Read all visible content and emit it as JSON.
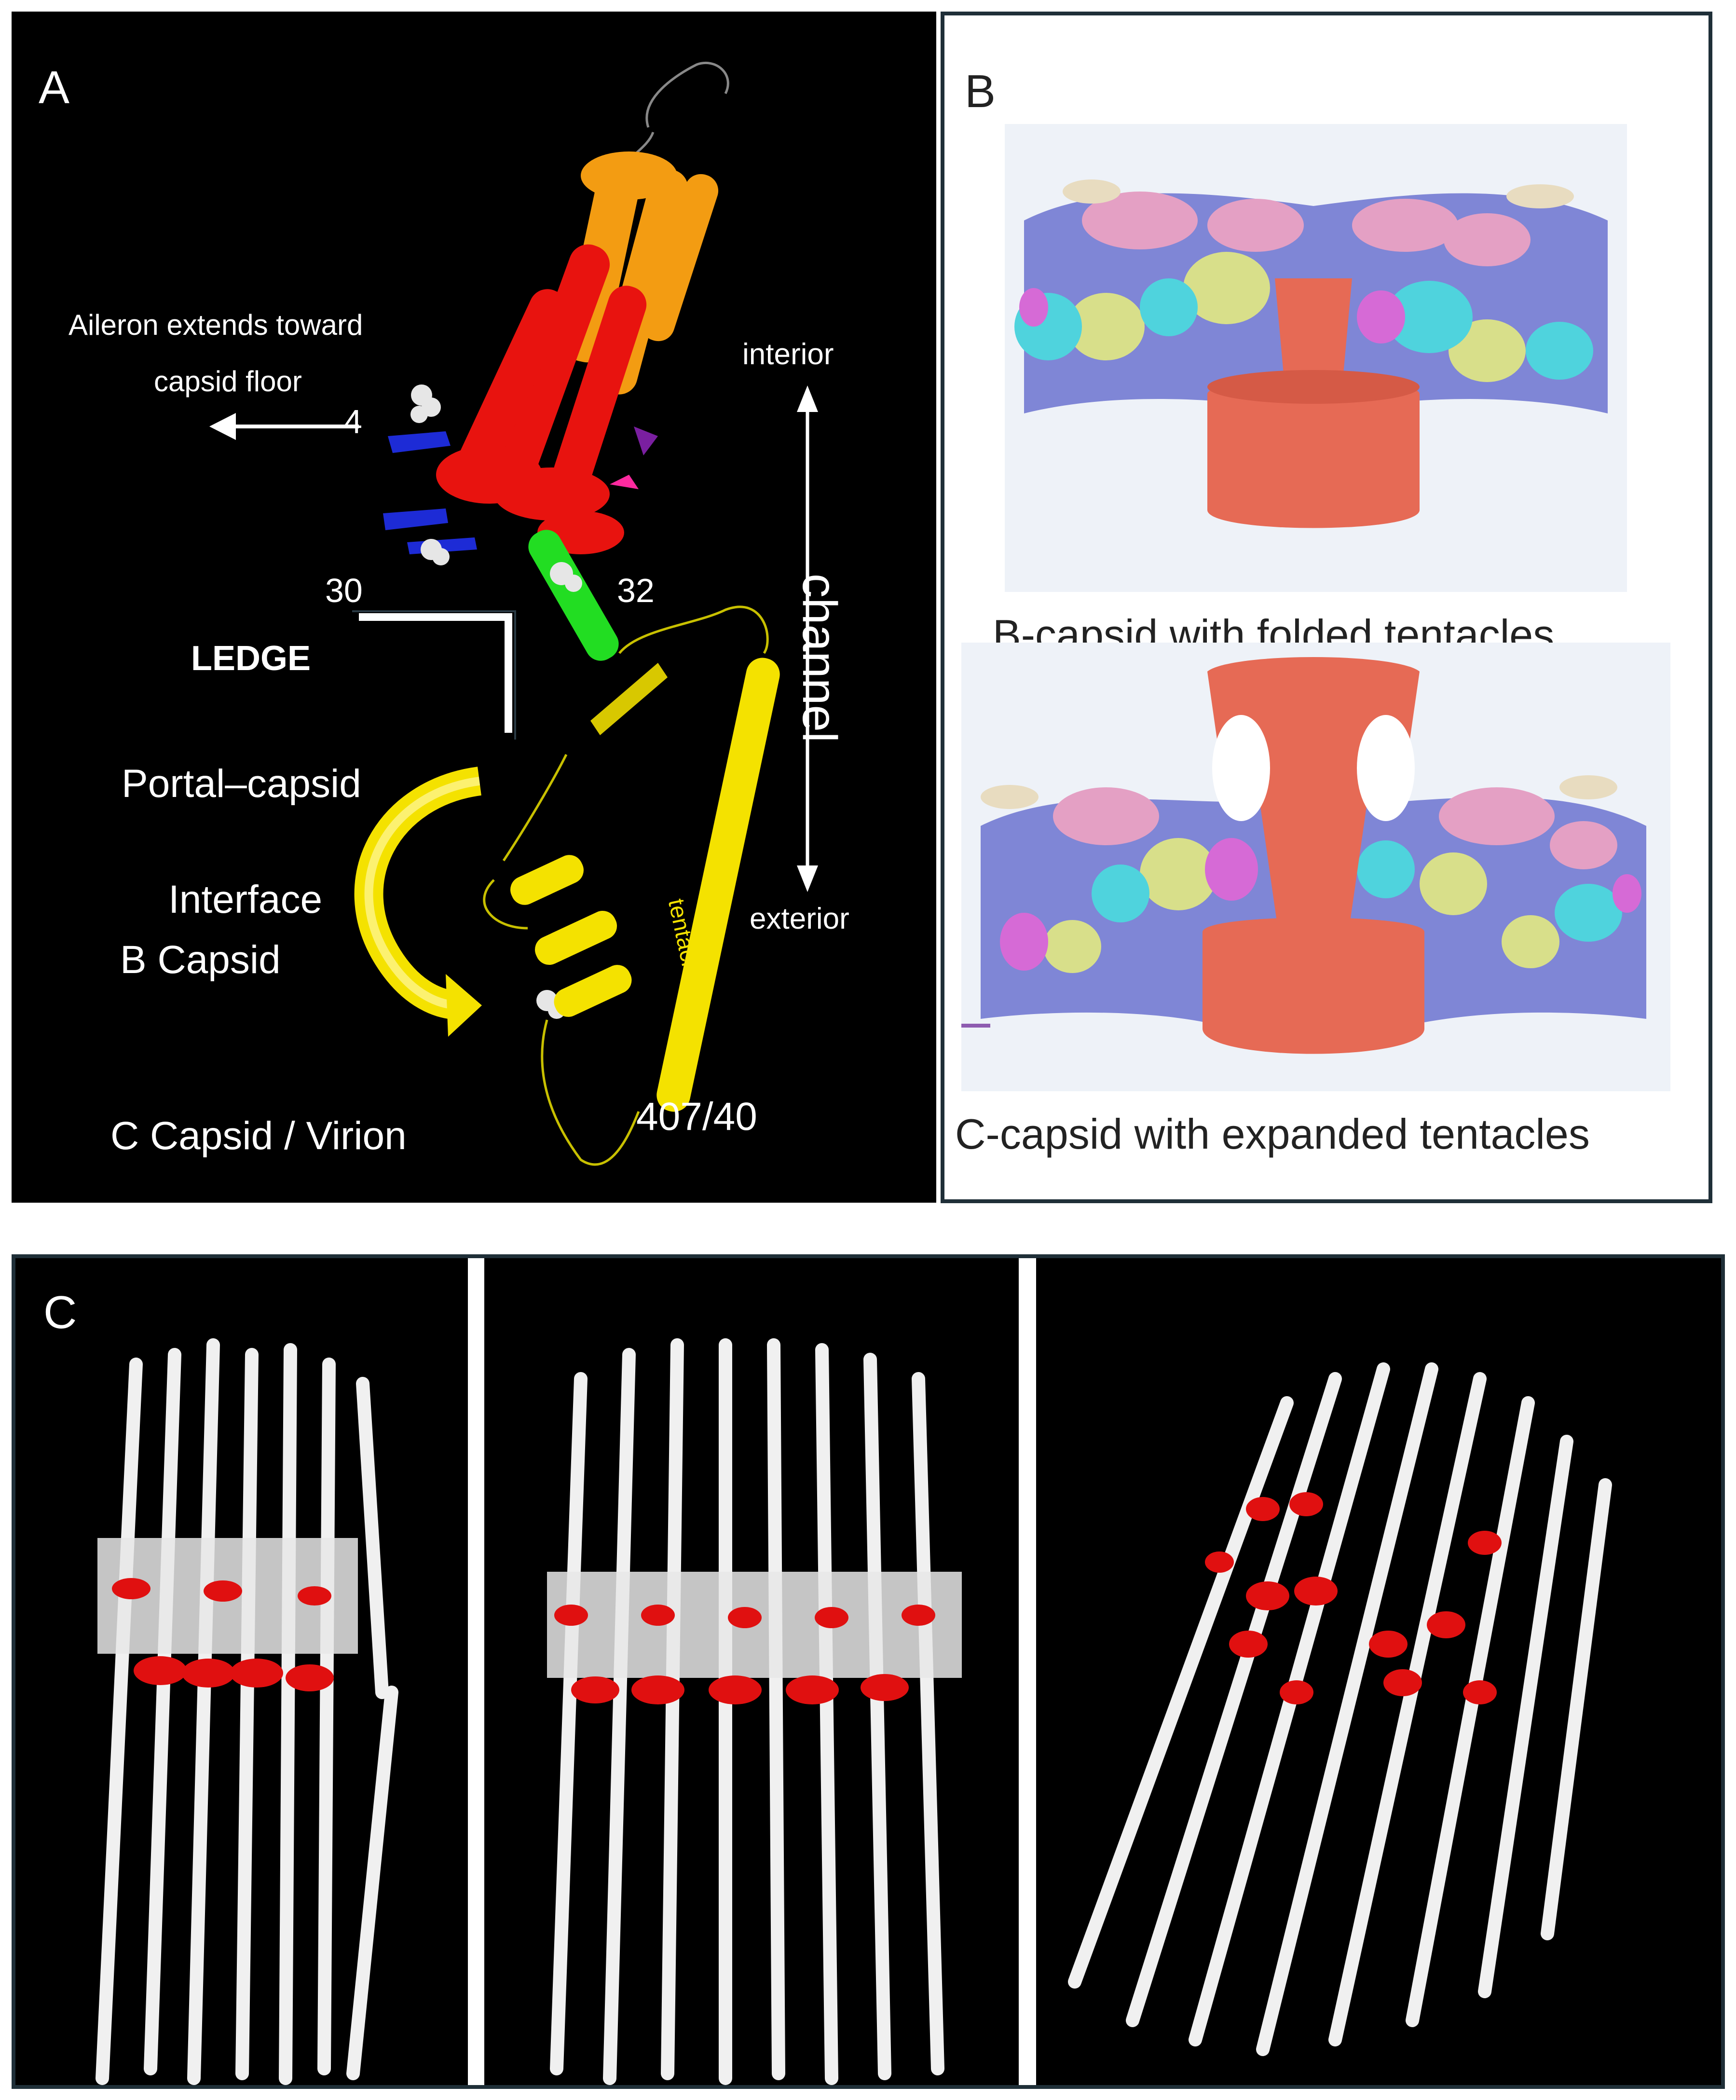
{
  "panel_a": {
    "letter": "A",
    "aileron_line1": "Aileron extends toward",
    "aileron_line2": "capsid floor",
    "num_4": "4",
    "num_30": "30",
    "num_32": "32",
    "ledge": "LEDGE",
    "interior": "interior",
    "exterior": "exterior",
    "channel": "channel",
    "portal_capsid": "Portal–capsid",
    "interface": "Interface",
    "b_capsid": "B Capsid",
    "c_capsid_virion": "C Capsid / Virion",
    "tentacles": "tentacles",
    "num_407_40": "407/40",
    "colors": {
      "orange_helix": "#f39c12",
      "red_helix": "#e8130f",
      "blue_strand": "#1d2bd6",
      "green_helix": "#22dd22",
      "yellow_helix": "#f4e200",
      "white_atoms": "#e6e6e6"
    }
  },
  "panel_b": {
    "letter": "B",
    "caption_top": "B-capsid with folded tentacles",
    "caption_bottom": "C-capsid with expanded tentacles",
    "colors": {
      "portal": "#e66a55",
      "lavender": "#7f86d6",
      "pink": "#e4a0c4",
      "yellow_green": "#d8df8a",
      "cyan": "#4fd3dd",
      "magenta": "#d66ad6",
      "beige": "#e8dcc0"
    }
  },
  "panel_c": {
    "letter": "C",
    "colors": {
      "structure": "#f0f0f0",
      "highlight": "#e01010"
    }
  }
}
